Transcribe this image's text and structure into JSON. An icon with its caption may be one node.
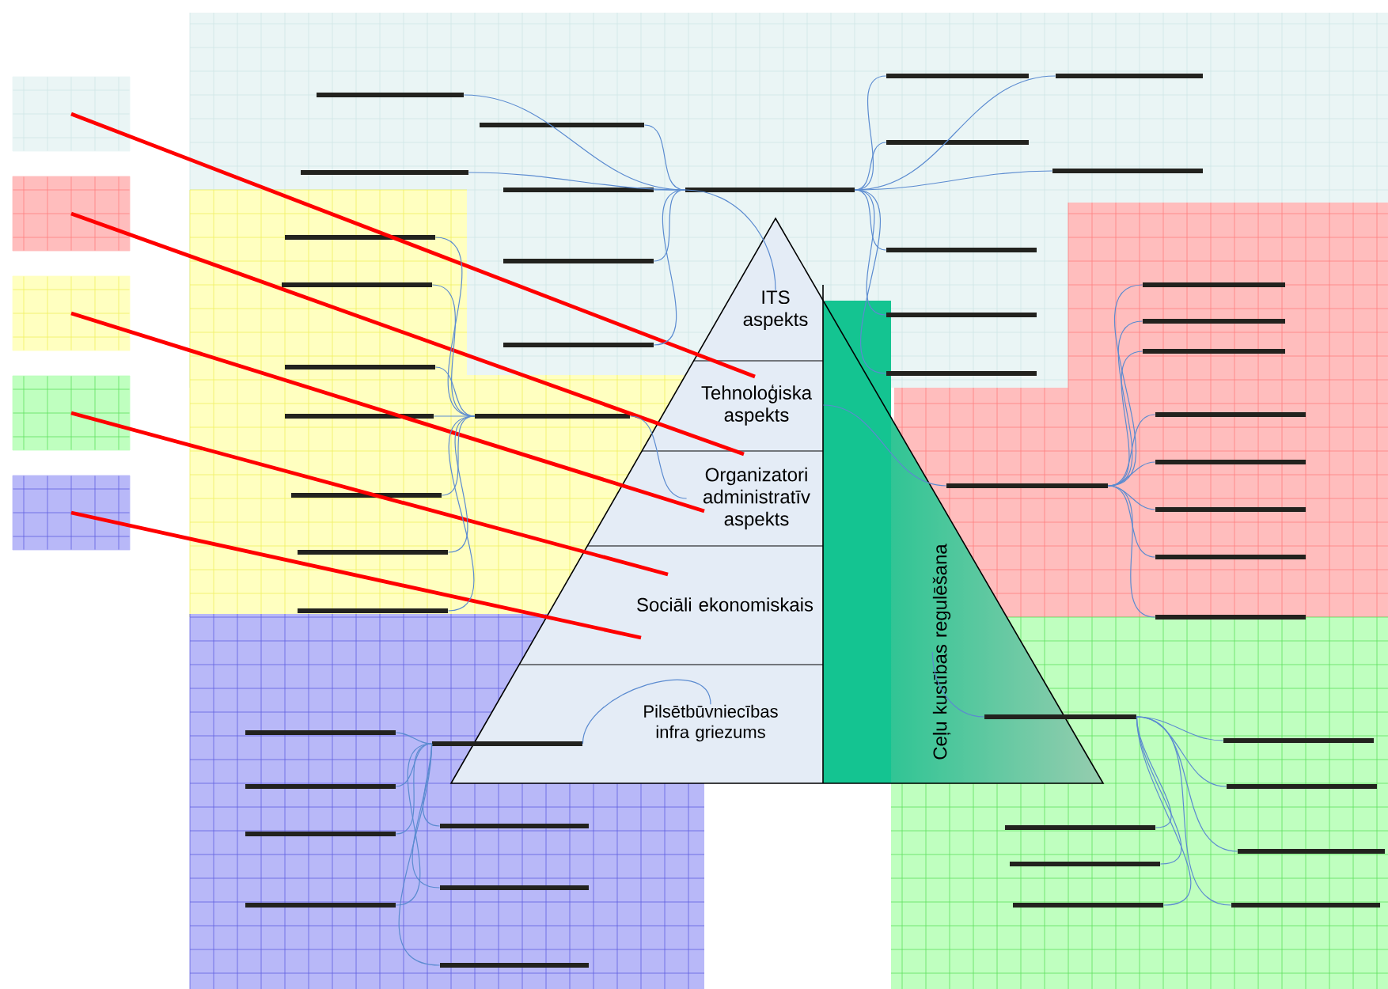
{
  "diagram": {
    "nodes": [
      {
        "text": [],
        "shape": "box"
      },
      {
        "text": [],
        "shape": "box"
      },
      {
        "text": [],
        "shape": "box"
      },
      {
        "text": [],
        "shape": "box"
      },
      {
        "text": [],
        "shape": "box"
      },
      {
        "text": [
          "ITS aspekts"
        ]
      },
      {
        "text": [
          "Tehnoloģiska aspekts"
        ]
      },
      {
        "text": [
          "Organizatori administratīv aspekts"
        ]
      },
      {
        "text": [
          "Sociāli ekonomiskais"
        ]
      },
      {
        "text": [
          "Pilsētbūvniecības infra griezums"
        ]
      },
      {
        "text": [
          "Ceļu kustības regulēšana"
        ]
      },
      {
        "text": [],
        "shape": "bar"
      },
      {
        "text": [],
        "shape": "bar"
      },
      {
        "text": [],
        "shape": "bar"
      },
      {
        "text": [],
        "shape": "bar"
      },
      {
        "text": [],
        "shape": "bar"
      },
      {
        "text": [],
        "shape": "bar"
      },
      {
        "text": [],
        "shape": "bar"
      },
      {
        "text": [],
        "shape": "bar"
      },
      {
        "text": [],
        "shape": "bar"
      },
      {
        "text": [],
        "shape": "bar"
      },
      {
        "text": [],
        "shape": "bar"
      },
      {
        "text": [],
        "shape": "bar"
      },
      {
        "text": [],
        "shape": "bar"
      },
      {
        "text": [],
        "shape": "bar"
      },
      {
        "text": [],
        "shape": "bar"
      },
      {
        "text": [],
        "shape": "bar"
      },
      {
        "text": [],
        "shape": "bar"
      },
      {
        "text": [],
        "shape": "bar"
      },
      {
        "text": [],
        "shape": "bar"
      },
      {
        "text": [],
        "shape": "bar"
      },
      {
        "text": [],
        "shape": "bar"
      },
      {
        "text": [],
        "shape": "bar"
      },
      {
        "text": [],
        "shape": "bar"
      },
      {
        "text": [],
        "shape": "bar"
      },
      {
        "text": [],
        "shape": "bar"
      },
      {
        "text": [],
        "shape": "bar"
      },
      {
        "text": [],
        "shape": "bar"
      },
      {
        "text": [],
        "shape": "bar"
      },
      {
        "text": [],
        "shape": "bar"
      },
      {
        "text": [],
        "shape": "bar"
      },
      {
        "text": [],
        "shape": "bar"
      },
      {
        "text": [],
        "shape": "bar"
      },
      {
        "text": [],
        "shape": "bar"
      },
      {
        "text": [],
        "shape": "bar"
      },
      {
        "text": [],
        "shape": "bar"
      },
      {
        "text": [],
        "shape": "bar"
      },
      {
        "text": [],
        "shape": "bar"
      },
      {
        "text": [],
        "shape": "bar"
      },
      {
        "text": [],
        "shape": "bar"
      },
      {
        "text": [],
        "shape": "bar"
      },
      {
        "text": [],
        "shape": "bar"
      },
      {
        "text": [],
        "shape": "bar"
      },
      {
        "text": [],
        "shape": "bar"
      },
      {
        "text": [],
        "shape": "bar"
      },
      {
        "text": [],
        "shape": "bar"
      },
      {
        "text": [],
        "shape": "bar"
      },
      {
        "text": [],
        "shape": "bar"
      }
    ],
    "edges": [
      {
        "from": 0,
        "to": 6,
        "arrow": "none",
        "style": "thick",
        "color": "#ff0000"
      },
      {
        "from": 1,
        "to": 7,
        "arrow": "none",
        "style": "thick",
        "color": "#ff0000"
      },
      {
        "from": 2,
        "to": 7,
        "arrow": "none",
        "style": "thick",
        "color": "#ff0000"
      },
      {
        "from": 3,
        "to": 8,
        "arrow": "none",
        "style": "thick",
        "color": "#ff0000"
      },
      {
        "from": 4,
        "to": 8,
        "arrow": "none",
        "style": "thick",
        "color": "#ff0000"
      },
      {
        "from": 11,
        "to": 5,
        "arrow": "none"
      },
      {
        "from": 11,
        "to": 12,
        "arrow": "none"
      },
      {
        "from": 11,
        "to": 13,
        "arrow": "none"
      },
      {
        "from": 11,
        "to": 14,
        "arrow": "none"
      },
      {
        "from": 11,
        "to": 15,
        "arrow": "none"
      },
      {
        "from": 11,
        "to": 16,
        "arrow": "none"
      },
      {
        "from": 11,
        "to": 17,
        "arrow": "none"
      },
      {
        "from": 11,
        "to": 18,
        "arrow": "none"
      },
      {
        "from": 11,
        "to": 19,
        "arrow": "none"
      },
      {
        "from": 11,
        "to": 20,
        "arrow": "none"
      },
      {
        "from": 11,
        "to": 21,
        "arrow": "none"
      },
      {
        "from": 11,
        "to": 22,
        "arrow": "none"
      },
      {
        "from": 11,
        "to": 23,
        "arrow": "none"
      },
      {
        "from": 11,
        "to": 24,
        "arrow": "none"
      },
      {
        "from": 25,
        "to": 7,
        "arrow": "none"
      },
      {
        "from": 25,
        "to": 26,
        "arrow": "none"
      },
      {
        "from": 25,
        "to": 27,
        "arrow": "none"
      },
      {
        "from": 25,
        "to": 28,
        "arrow": "none"
      },
      {
        "from": 25,
        "to": 29,
        "arrow": "none"
      },
      {
        "from": 25,
        "to": 30,
        "arrow": "none"
      },
      {
        "from": 25,
        "to": 31,
        "arrow": "none"
      },
      {
        "from": 25,
        "to": 32,
        "arrow": "none"
      },
      {
        "from": 33,
        "to": 6,
        "arrow": "none"
      },
      {
        "from": 33,
        "to": 34,
        "arrow": "none"
      },
      {
        "from": 33,
        "to": 35,
        "arrow": "none"
      },
      {
        "from": 33,
        "to": 36,
        "arrow": "none"
      },
      {
        "from": 33,
        "to": 37,
        "arrow": "none"
      },
      {
        "from": 33,
        "to": 38,
        "arrow": "none"
      },
      {
        "from": 33,
        "to": 39,
        "arrow": "none"
      },
      {
        "from": 33,
        "to": 40,
        "arrow": "none"
      },
      {
        "from": 33,
        "to": 41,
        "arrow": "none"
      },
      {
        "from": 10,
        "to": 42,
        "arrow": "none"
      },
      {
        "from": 42,
        "to": 43,
        "arrow": "none"
      },
      {
        "from": 42,
        "to": 44,
        "arrow": "none"
      },
      {
        "from": 42,
        "to": 45,
        "arrow": "none"
      },
      {
        "from": 42,
        "to": 46,
        "arrow": "none"
      },
      {
        "from": 42,
        "to": 47,
        "arrow": "none"
      },
      {
        "from": 42,
        "to": 48,
        "arrow": "none"
      },
      {
        "from": 42,
        "to": 49,
        "arrow": "none"
      },
      {
        "from": 50,
        "to": 9,
        "arrow": "none"
      },
      {
        "from": 50,
        "to": 51,
        "arrow": "none"
      },
      {
        "from": 50,
        "to": 52,
        "arrow": "none"
      },
      {
        "from": 50,
        "to": 53,
        "arrow": "none"
      },
      {
        "from": 50,
        "to": 54,
        "arrow": "none"
      },
      {
        "from": 50,
        "to": 55,
        "arrow": "none"
      },
      {
        "from": 50,
        "to": 56,
        "arrow": "none"
      },
      {
        "from": 50,
        "to": 57,
        "arrow": "none"
      }
    ]
  }
}
